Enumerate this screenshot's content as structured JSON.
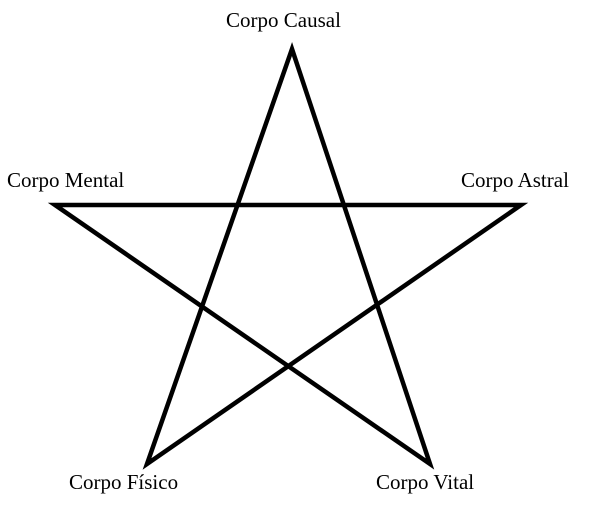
{
  "diagram": {
    "stroke_color": "#000000",
    "labels": {
      "top": "Corpo Causal",
      "left": "Corpo Mental",
      "right": "Corpo Astral",
      "bottom_left": "Corpo Físico",
      "bottom_right": "Corpo Vital"
    }
  }
}
